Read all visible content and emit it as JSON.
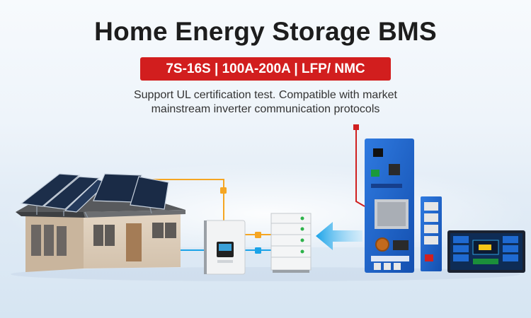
{
  "header": {
    "title": "Home Energy Storage BMS",
    "specs": "7S-16S  |  100A-200A  |  LFP/ NMC",
    "subtitle_line1": "Support UL certification test. Compatible with market",
    "subtitle_line2": "mainstream inverter communication protocols"
  },
  "colors": {
    "badge": "#d21e1e",
    "orange_line": "#f5a623",
    "blue_line": "#1aa3e8",
    "pcb_blue": "#1e64c8"
  },
  "icons": [
    "house-icon",
    "solar-panel-icon",
    "inverter-icon",
    "battery-stack-icon",
    "arrow-left-icon",
    "bms-board-icon",
    "display-screen-icon"
  ]
}
